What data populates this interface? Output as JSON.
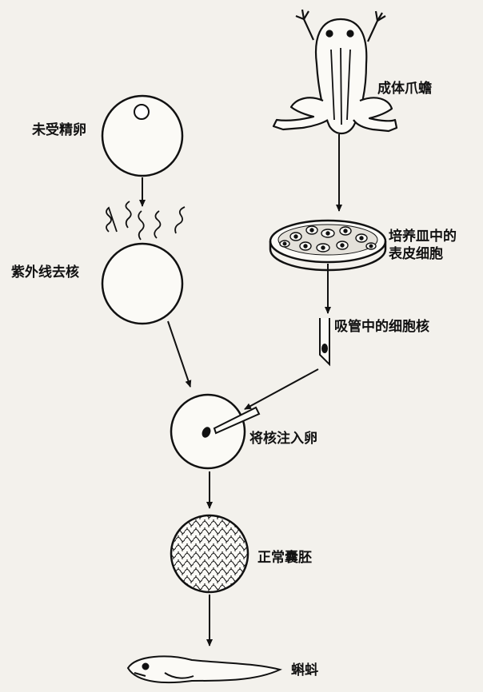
{
  "labels": {
    "unfertilized_egg": "未受精卵",
    "uv_enucleation": "紫外线去核",
    "adult_frog": "成体爪蟾",
    "culture_cells_line1": "培养皿中的",
    "culture_cells_line2": "表皮细胞",
    "pipette_nucleus": "吸管中的细胞核",
    "inject_nucleus": "将核注入卵",
    "normal_blastula": "正常囊胚",
    "tadpole": "蝌蚪"
  },
  "colors": {
    "ink": "#111111",
    "paper": "#f3f1ec"
  }
}
